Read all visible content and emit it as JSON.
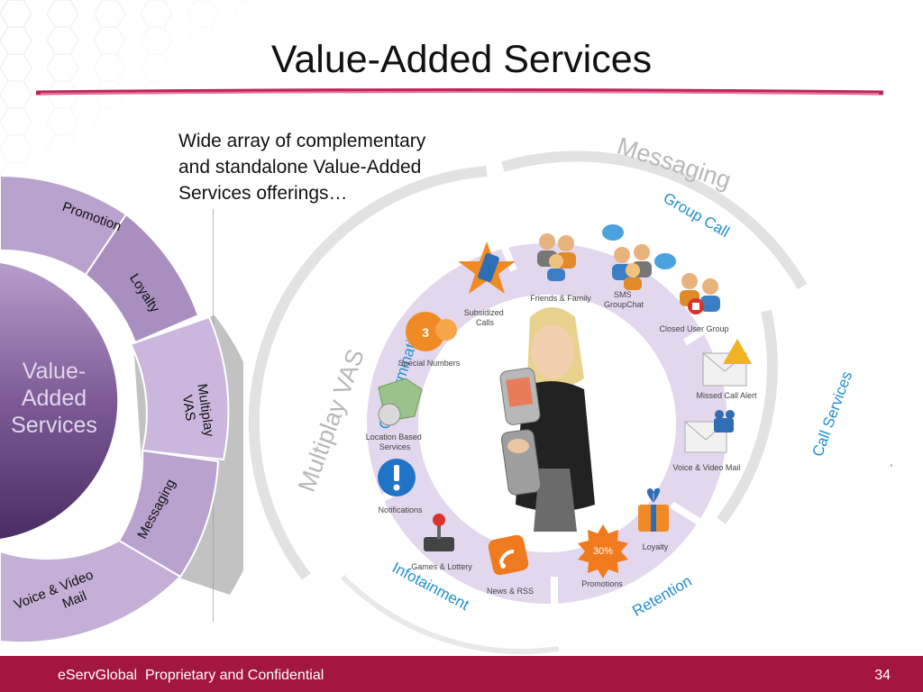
{
  "slide": {
    "title": "Value-Added Services",
    "description_lines": [
      "Wide array of complementary",
      "and standalone Value-Added",
      "Services offerings…"
    ]
  },
  "left_wheel": {
    "center_lines": [
      "Value-",
      "Added",
      "Services"
    ],
    "segments": {
      "promotion": "Promotion",
      "loyalty": "Loyalty",
      "multiplay_1": "Multiplay",
      "multiplay_2": "VAS",
      "messaging": "Messaging",
      "voice_1": "Voice & Video",
      "voice_2": "Mail"
    }
  },
  "diagram": {
    "outer_labels": {
      "messaging": "Messaging",
      "multiplay": "Multiplay VAS",
      "voice_video": "Voice & Video Mail"
    },
    "category_labels": {
      "group_call": "Group Call",
      "call_termination": "Call Termination",
      "call_services": "Call Services",
      "infotainment": "Infotainment",
      "retention": "Retention"
    },
    "items": {
      "subsidized_1": "Subsidized",
      "subsidized_2": "Calls",
      "friends_family": "Friends & Family",
      "sms_1": "SMS",
      "sms_2": "GroupChat",
      "closed_user_group": "Closed User Group",
      "special_numbers": "Special Numbers",
      "missed_call_alert": "Missed Call Alert",
      "location_1": "Location Based",
      "location_2": "Services",
      "voice_video_mail": "Voice & Video Mail",
      "notifications": "Notifications",
      "games_lottery": "Games & Lottery",
      "news_rss": "News & RSS",
      "promotions": "Promotions",
      "loyalty": "Loyalty",
      "promo_badge": "30%"
    }
  },
  "footer": {
    "brand": "eServGlobal",
    "text": "Proprietary and Confidential",
    "page": "34"
  },
  "colors": {
    "accent": "#a3163f",
    "purple": "#8d6aa6",
    "light_purple": "#c9b6da",
    "blue_label": "#1f8fd1"
  }
}
